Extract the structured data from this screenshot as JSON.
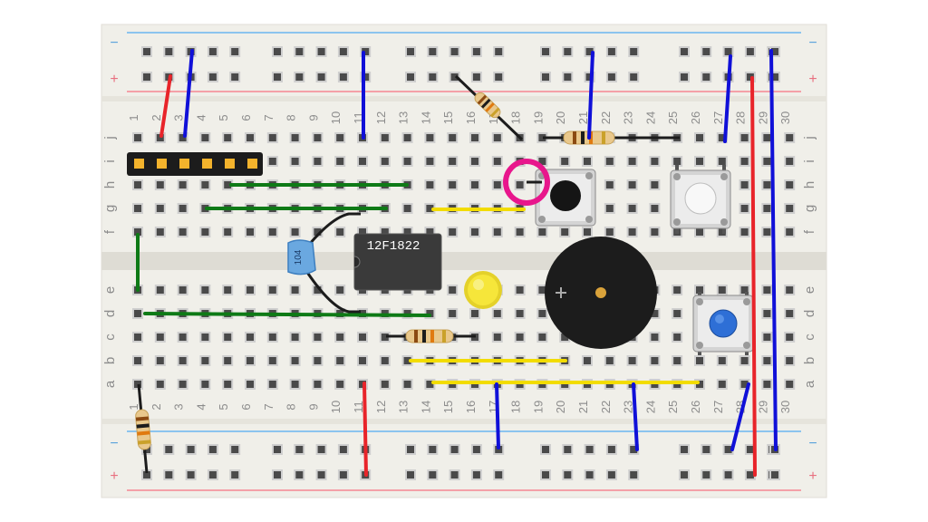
{
  "breadboard": {
    "columns": [
      "1",
      "2",
      "3",
      "4",
      "5",
      "6",
      "7",
      "8",
      "9",
      "10",
      "11",
      "12",
      "13",
      "14",
      "15",
      "16",
      "17",
      "18",
      "19",
      "20",
      "21",
      "22",
      "23",
      "24",
      "25",
      "26",
      "27",
      "28",
      "29",
      "30"
    ],
    "top_rows": [
      "j",
      "i",
      "h",
      "g",
      "f"
    ],
    "bottom_rows": [
      "e",
      "d",
      "c",
      "b",
      "a"
    ],
    "rail_minus": "−",
    "rail_plus": "+"
  },
  "components": {
    "chip_label": "12F1822",
    "capacitor_label": "104"
  },
  "colors": {
    "wire_red": "#e8242a",
    "wire_blue": "#1010d8",
    "wire_green": "#0e7a16",
    "wire_yellow": "#f2dc00",
    "rail_red": "#f4a0a8",
    "rail_blue": "#8cc4ee",
    "highlight_ring": "#e8168c",
    "led_yellow": "#f6e63a",
    "button_blue": "#2e6fd6",
    "capacitor_blue": "#6aa8e0"
  }
}
